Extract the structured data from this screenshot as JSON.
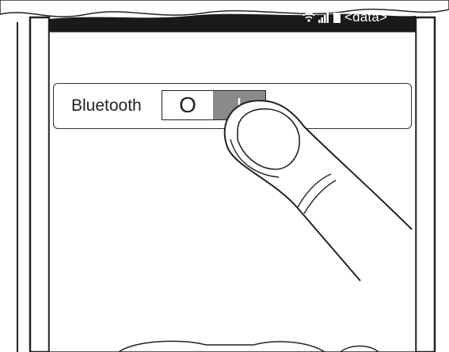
{
  "status_bar": {
    "wifi_icon": "wifi-icon",
    "signal_icon": "signal-icon",
    "battery_icon": "battery-icon",
    "text": "<data>"
  },
  "setting": {
    "label": "Bluetooth",
    "toggle": {
      "off_label": "O",
      "on_label": "I",
      "state": "on"
    }
  },
  "colors": {
    "status_bar_bg": "#1a1a1a",
    "toggle_on_bg": "#8a8a8a",
    "outline": "#222222"
  }
}
